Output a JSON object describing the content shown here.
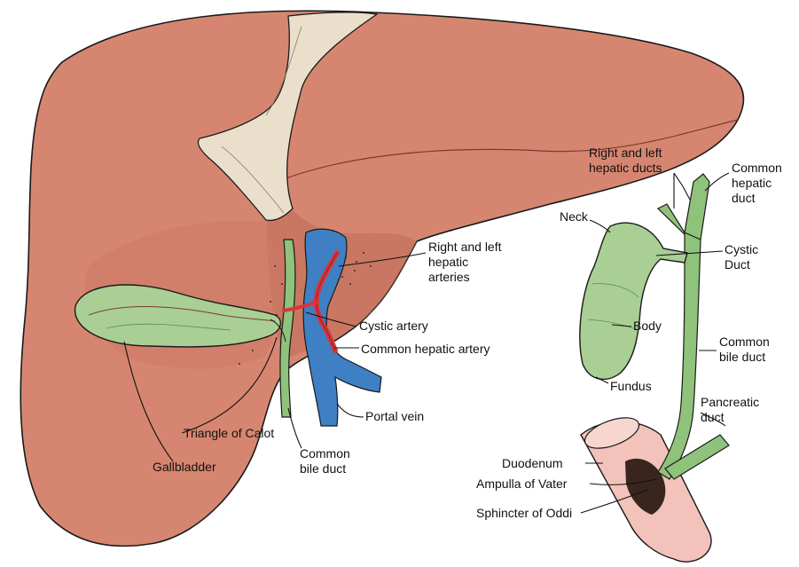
{
  "colors": {
    "liver": "#d68670",
    "liver_shade": "#c06c58",
    "ligament": "#eadfcb",
    "gallbladder": "#a9cf94",
    "bile_duct": "#8fc27a",
    "portal_vein": "#3f7fc4",
    "artery": "#d8343a",
    "duodenum": "#f2c2bb",
    "outline": "#1a1a1a"
  },
  "left_figure": {
    "labels": {
      "hepatic_arteries": "Right and left\nhepatic\narteries",
      "cystic_artery": "Cystic artery",
      "common_hepatic_artery": "Common hepatic artery",
      "portal_vein": "Portal vein",
      "triangle_of_calot": "Triangle of Calot",
      "gallbladder": "Gallbladder",
      "common_bile_duct": "Common\nbile duct"
    }
  },
  "right_figure": {
    "labels": {
      "hepatic_ducts": "Right and left\nhepatic ducts",
      "common_hepatic_duct": "Common\nhepatic\nduct",
      "neck": "Neck",
      "cystic_duct": "Cystic\nDuct",
      "body": "Body",
      "fundus": "Fundus",
      "common_bile_duct": "Common\nbile duct",
      "pancreatic_duct": "Pancreatic\nduct",
      "duodenum": "Duodenum",
      "ampulla_of_vater": "Ampulla of Vater",
      "sphincter_of_oddi": "Sphincter of Oddi"
    }
  }
}
